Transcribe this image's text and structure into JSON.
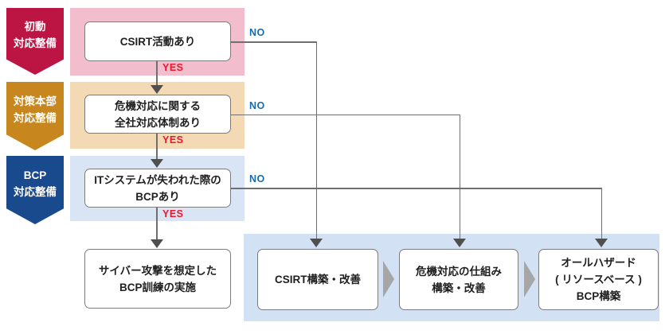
{
  "diagram": {
    "title": "incident-response-preparedness-flowchart",
    "ribbons": [
      {
        "label": "初動\n対応整備",
        "color": "#bc1543"
      },
      {
        "label": "対策本部\n対応整備",
        "color": "#c8871e"
      },
      {
        "label": "BCP\n対応整備",
        "color": "#1a4a8e"
      }
    ],
    "decisions": [
      {
        "label": "CSIRT活動あり",
        "yes": "YES",
        "no": "NO"
      },
      {
        "label": "危機対応に関する\n全社対応体制あり",
        "yes": "YES",
        "no": "NO"
      },
      {
        "label": "ITシステムが失われた際の\nBCPあり",
        "yes": "YES",
        "no": "NO"
      }
    ],
    "yes_outcome": {
      "label": "サイバー攻撃を想定した\nBCP訓練の実施"
    },
    "no_outcomes": [
      {
        "label": "CSIRT構築・改善"
      },
      {
        "label": "危機対応の仕組み\n構築・改善"
      },
      {
        "label": "オールハザード\n( リソースベース )\nBCP構築"
      }
    ],
    "colors": {
      "ribbon_red": "#bc1543",
      "ribbon_orange": "#c8871e",
      "ribbon_blue": "#1a4a8e",
      "panel_pink": "#f2bdcc",
      "panel_tan": "#f4d9b5",
      "panel_blue": "#d9e4f4",
      "panel_bottom": "#d2e1f3",
      "yes_red": "#e8192c",
      "no_blue": "#1a6bad",
      "line_gray": "#6f6f6f",
      "box_border_gray": "#7c7c7c",
      "chevron_gray": "#a6a6a6"
    }
  }
}
